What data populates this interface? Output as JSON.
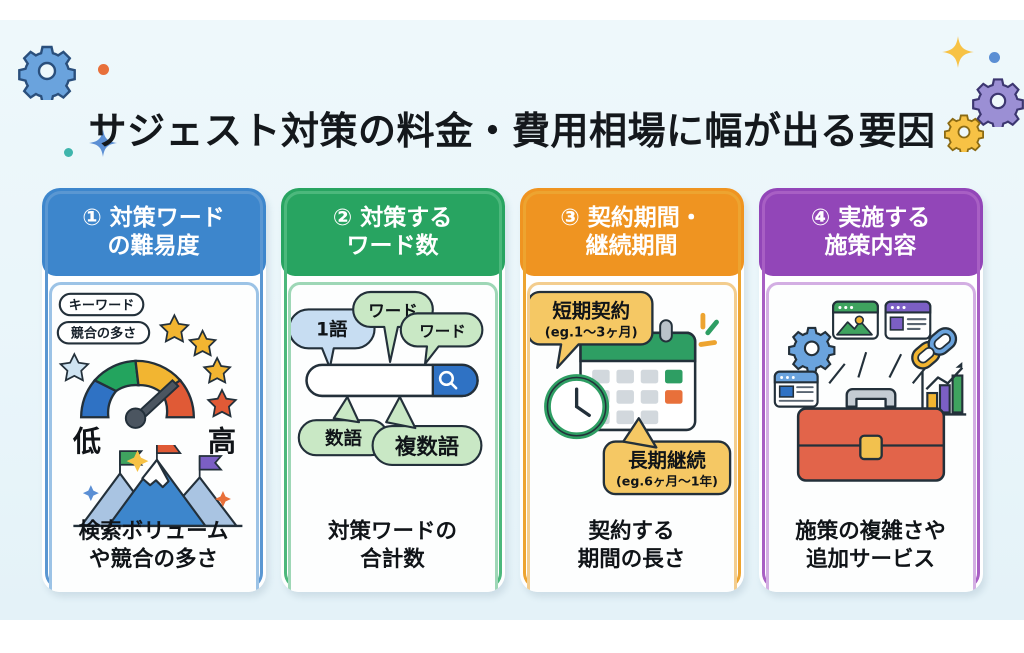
{
  "page": {
    "title": "サジェスト対策の料金・費用相場に幅が出る要因",
    "background_color": "#eaf6fa"
  },
  "decorations": [
    {
      "name": "gear-icon-blue",
      "color": "#4a86c8"
    },
    {
      "name": "gear-icon-purple",
      "color": "#8b7fc7"
    },
    {
      "name": "gear-icon-yellow",
      "color": "#f0b429"
    },
    {
      "name": "sparkle-icon-blue",
      "color": "#5b8fd4"
    },
    {
      "name": "sparkle-icon-yellow",
      "color": "#f7c245"
    },
    {
      "name": "dot-orange",
      "color": "#e8703a"
    },
    {
      "name": "dot-teal",
      "color": "#3fb5ac"
    },
    {
      "name": "dot-blue",
      "color": "#5b8fd4"
    }
  ],
  "cards": [
    {
      "number": "①",
      "head_line1": "① 対策ワード",
      "head_line2": "の難易度",
      "color": "#3d86cc",
      "border_color": "#5a97d2",
      "foot_line1": "検索ボリューム",
      "foot_line2": "や競合の多さ",
      "illustration": {
        "name": "difficulty-gauge-and-mountains",
        "gauge_labels": [
          "キーワード",
          "競合の多さ"
        ],
        "scale_low": "低",
        "scale_high": "高",
        "gauge_segments": [
          "#2f72c4",
          "#23a45e",
          "#f2b531",
          "#e05a36"
        ],
        "stars": 5,
        "flags": [
          "#3fa35f",
          "#e05a36",
          "#7b5fc4"
        ]
      }
    },
    {
      "number": "②",
      "head_line1": "② 対策する",
      "head_line2": "ワード数",
      "color": "#28a461",
      "border_color": "#4cb87c",
      "foot_line1": "対策ワードの",
      "foot_line2": "合計数",
      "illustration": {
        "name": "search-bar-with-word-bubbles",
        "bubbles": [
          {
            "text": "1語",
            "color": "#c7ddf2"
          },
          {
            "text": "ワード",
            "color": "#c9e8c5"
          },
          {
            "text": "ワード",
            "color": "#c9e8c5"
          },
          {
            "text": "数語",
            "color": "#c9e8c5"
          },
          {
            "text": "複数語",
            "color": "#c9e8c5"
          }
        ],
        "search_button_color": "#2f72c4",
        "search_icon": "magnifier-icon"
      }
    },
    {
      "number": "③",
      "head_line1": "③ 契約期間・",
      "head_line2": "継続期間",
      "color": "#ef9421",
      "border_color": "#eda430",
      "foot_line1": "契約する",
      "foot_line2": "期間の長さ",
      "illustration": {
        "name": "calendar-and-clock",
        "bubble_short_title": "短期契約",
        "bubble_short_sub": "(eg.1〜3ヶ月)",
        "bubble_long_title": "長期継続",
        "bubble_long_sub": "(eg.6ヶ月〜1年)",
        "bubble_color": "#f5c864",
        "calendar_header_color": "#2e9e63",
        "clock_color": "#2e9e63",
        "highlight_cells": [
          "#2e9e63",
          "#e8703a"
        ]
      }
    },
    {
      "number": "④",
      "head_line1": "④ 実施する",
      "head_line2": "施策内容",
      "color": "#9246b8",
      "border_color": "#a85fc4",
      "foot_line1": "施策の複雑さや",
      "foot_line2": "追加サービス",
      "illustration": {
        "name": "toolbox-with-seo-tools",
        "toolbox_color": "#e2644a",
        "items": [
          "gear-icon-blue",
          "browser-window-image-icon",
          "browser-window-text-icon",
          "link-chain-icon",
          "browser-window-small-icon",
          "bar-chart-icon",
          "gear-icon-purple",
          "pie-chart-icon",
          "clock-check-icon"
        ]
      }
    }
  ]
}
